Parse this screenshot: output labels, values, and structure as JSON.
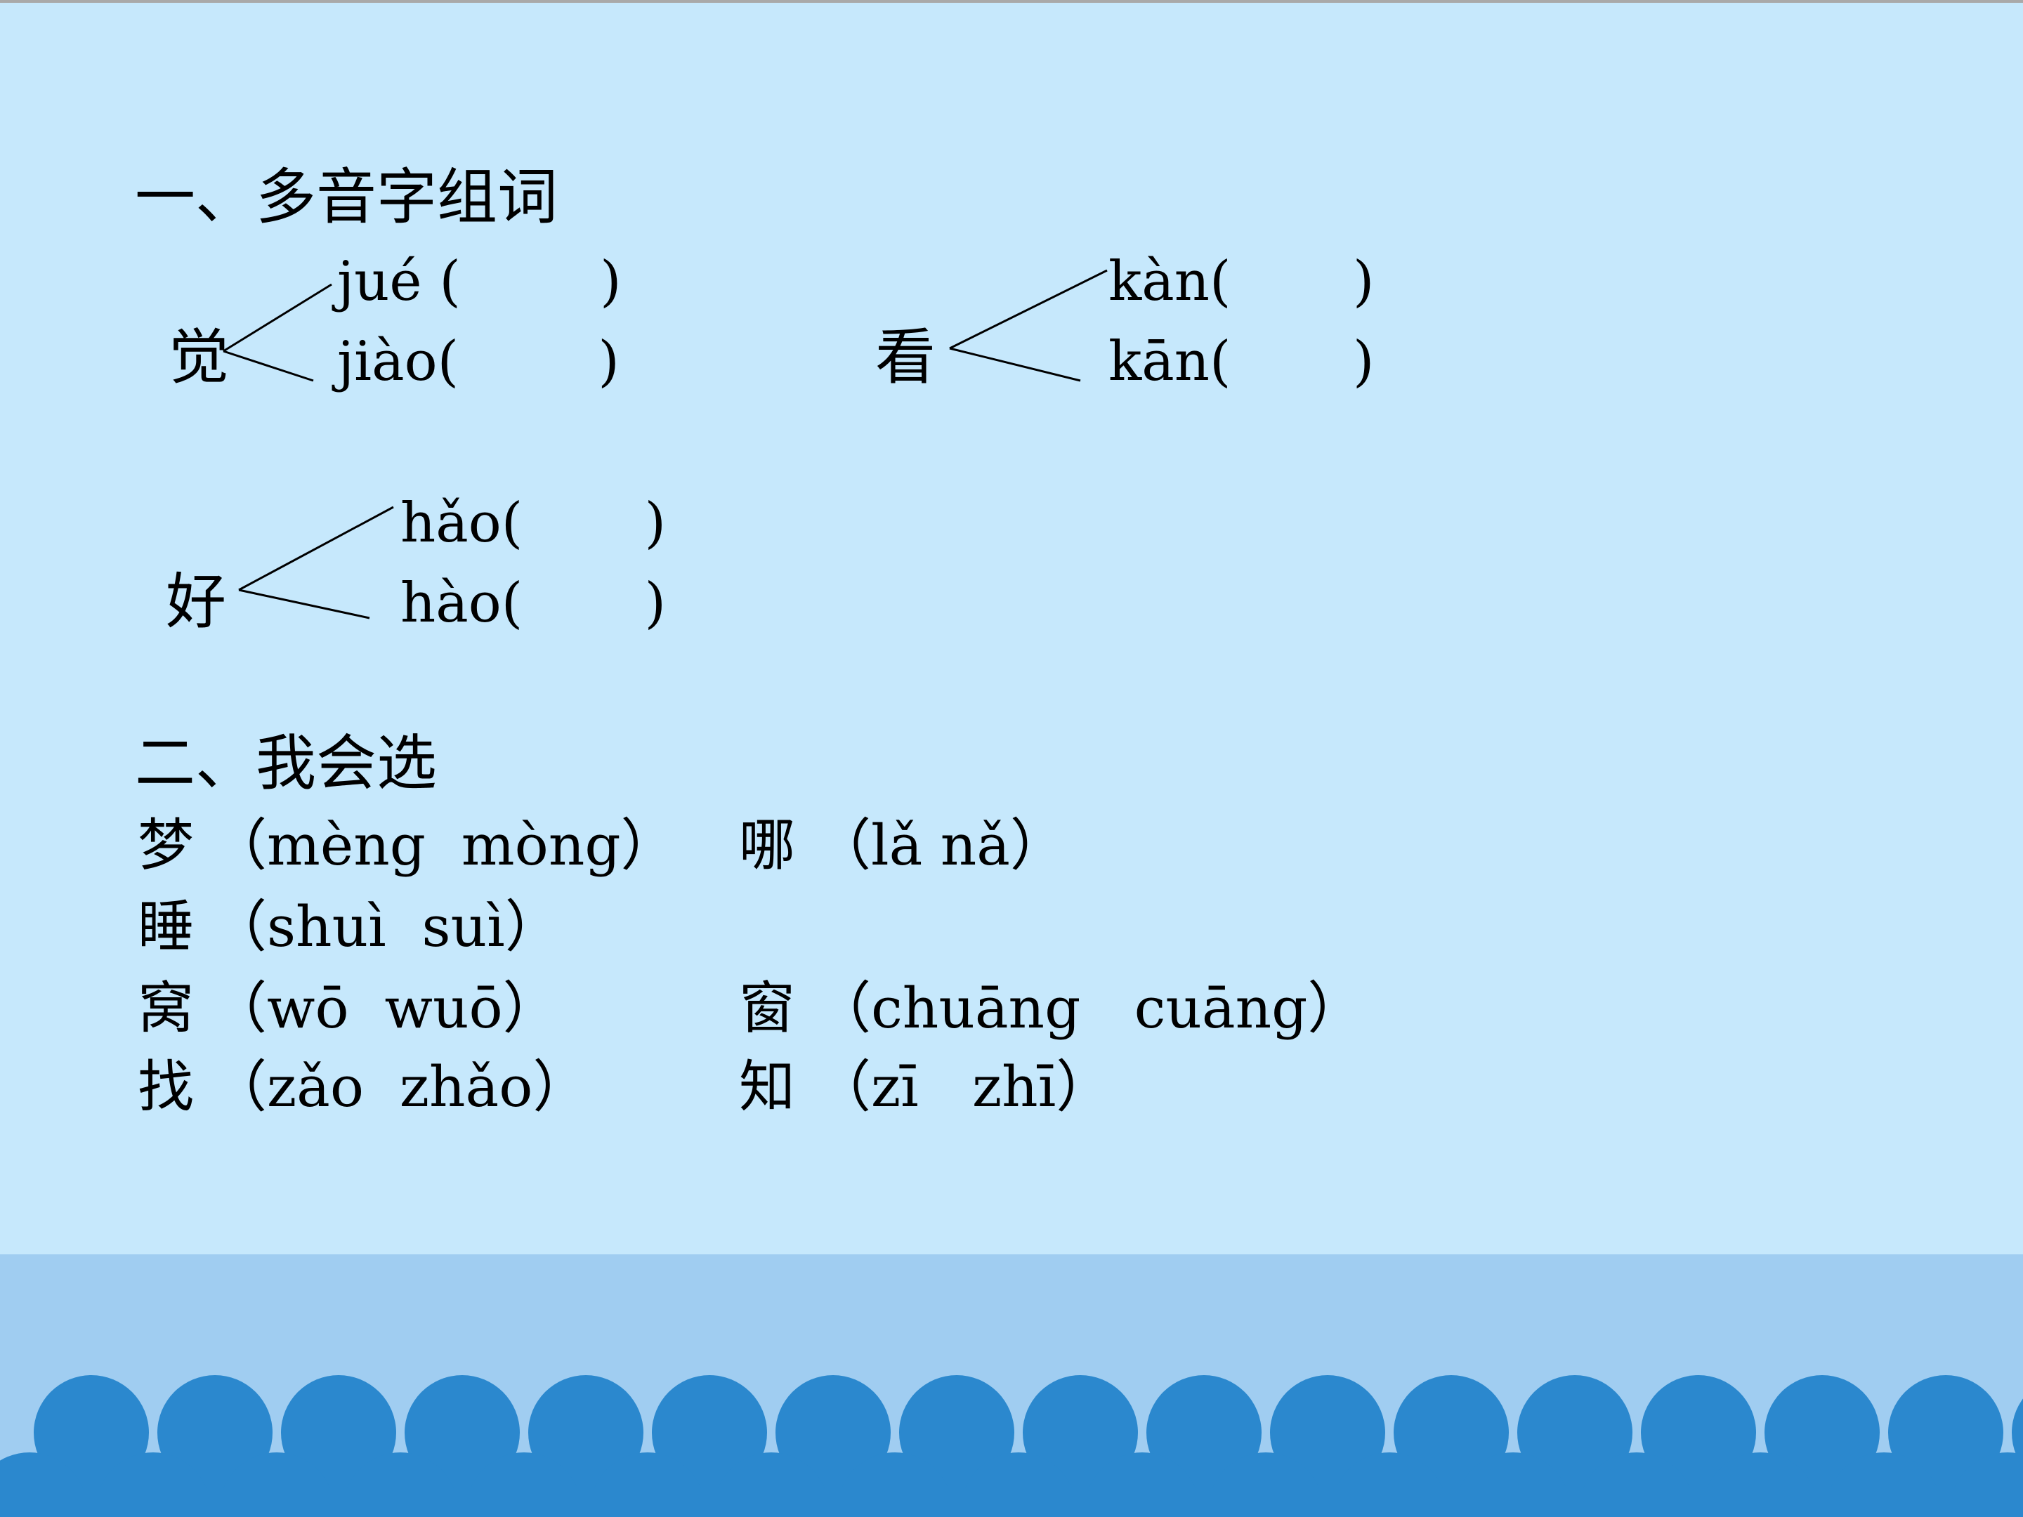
{
  "colors": {
    "background": "#c6e8fc",
    "band": "#a0cdf1",
    "wave": "#2b88ce"
  },
  "section1": {
    "heading": "一、多音字组词",
    "groups": [
      {
        "char": "觉",
        "readings": [
          "jué (        )",
          "jiào(        )"
        ]
      },
      {
        "char": "看",
        "readings": [
          "kàn(       )",
          "kān(       )"
        ]
      },
      {
        "char": "好",
        "readings": [
          "hǎo(       )",
          "hào(       )"
        ]
      }
    ]
  },
  "section2": {
    "heading": "二、我会选",
    "items": [
      {
        "char": "梦",
        "options": "（mèng  mòng）"
      },
      {
        "char": "哪",
        "options": "（lǎ nǎ）"
      },
      {
        "char": "睡",
        "options": "（shuì  suì）"
      },
      {
        "char": "窝",
        "options": "（wō  wuō）"
      },
      {
        "char": "窗",
        "options": "（chuāng   cuāng）"
      },
      {
        "char": "找",
        "options": "（zǎo  zhǎo）"
      },
      {
        "char": "知",
        "options": "（zī   zhī）"
      }
    ]
  }
}
